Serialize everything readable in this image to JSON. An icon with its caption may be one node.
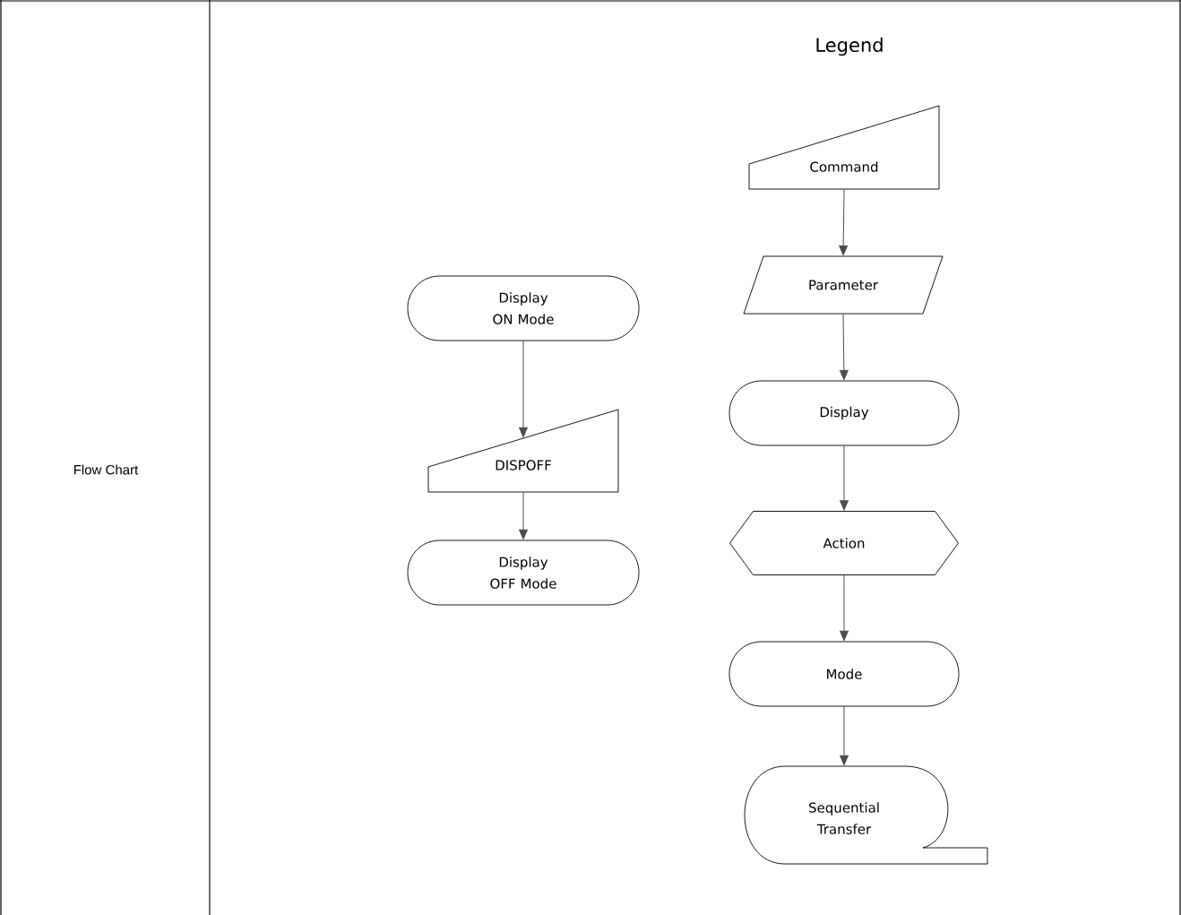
{
  "diagram": {
    "nodes": [
      {
        "text": [
          "Display ON Mode"
        ]
      },
      {
        "text": [
          "DISPOFF"
        ]
      },
      {
        "text": [
          "Display OFF Mode"
        ]
      },
      {
        "text": [
          "Command"
        ]
      },
      {
        "text": [
          "Parameter"
        ]
      },
      {
        "text": [
          "Display"
        ]
      },
      {
        "text": [
          "Action"
        ]
      },
      {
        "text": [
          "Mode"
        ]
      },
      {
        "text": [
          "Sequential Transfer"
        ]
      }
    ],
    "edges": [
      {
        "from": 0,
        "to": 1,
        "arrow": "to"
      },
      {
        "from": 1,
        "to": 2,
        "arrow": "to"
      },
      {
        "from": 3,
        "to": 4,
        "arrow": "to"
      },
      {
        "from": 4,
        "to": 5,
        "arrow": "to"
      },
      {
        "from": 5,
        "to": 6,
        "arrow": "to"
      },
      {
        "from": 6,
        "to": 7,
        "arrow": "to"
      },
      {
        "from": 7,
        "to": 8,
        "arrow": "to"
      }
    ],
    "labels": [
      "Flow Chart",
      "Legend"
    ]
  }
}
